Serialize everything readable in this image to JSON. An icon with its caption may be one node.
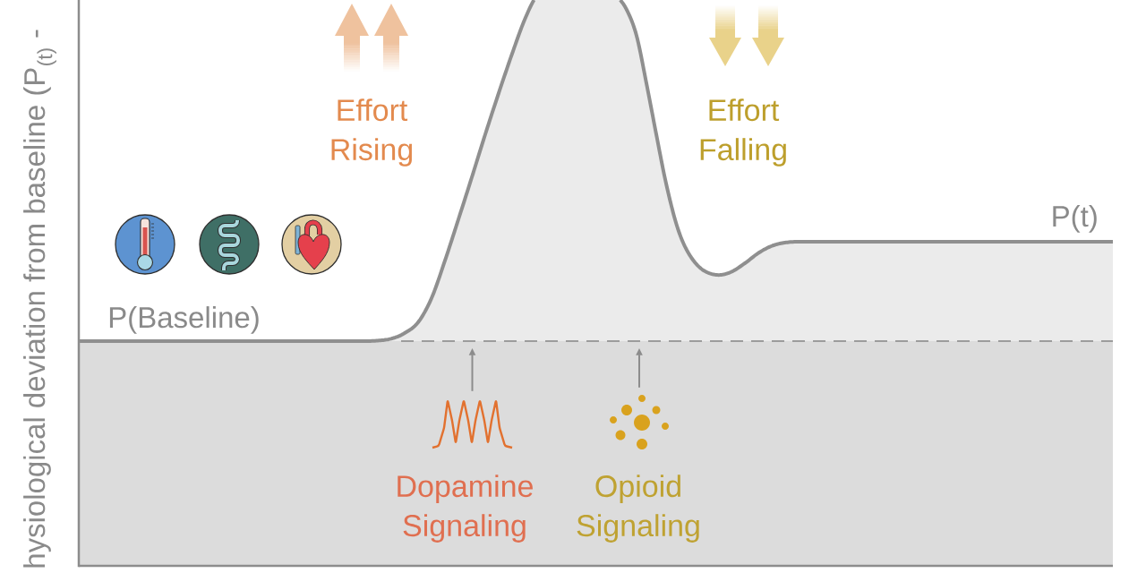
{
  "diagram": {
    "nodes": [
      {
        "text": [],
        "shape": "picture",
        "beside": [
          "Dopamine Signaling"
        ]
      },
      {
        "text": [],
        "shape": "picture",
        "beside": [
          "Opioid Signaling"
        ]
      }
    ],
    "edges": [
      {
        "from": 0,
        "to": null,
        "arrow": "to"
      },
      {
        "from": 1,
        "to": null,
        "arrow": "to"
      }
    ],
    "labels": [
      "hysiological deviation from baseline (P$_{(t)}$ -",
      "Effort Rising",
      "Effort Falling",
      "P(t)",
      "P(Baseline)"
    ]
  }
}
